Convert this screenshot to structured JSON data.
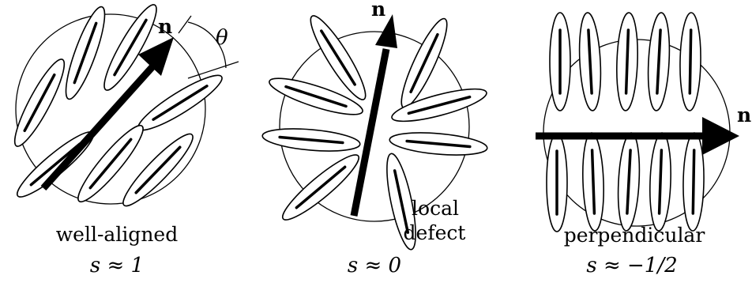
{
  "panels": [
    {
      "caption": "well-aligned",
      "order_parameter": "s ≈ 1",
      "vector_label": "n",
      "angle_label": "θ"
    },
    {
      "caption_line1": "local",
      "caption_line2": "defect",
      "order_parameter": "s ≈ 0",
      "vector_label": "n"
    },
    {
      "caption": "perpendicular",
      "order_parameter": "s ≈ −1/2",
      "vector_label": "n"
    }
  ]
}
